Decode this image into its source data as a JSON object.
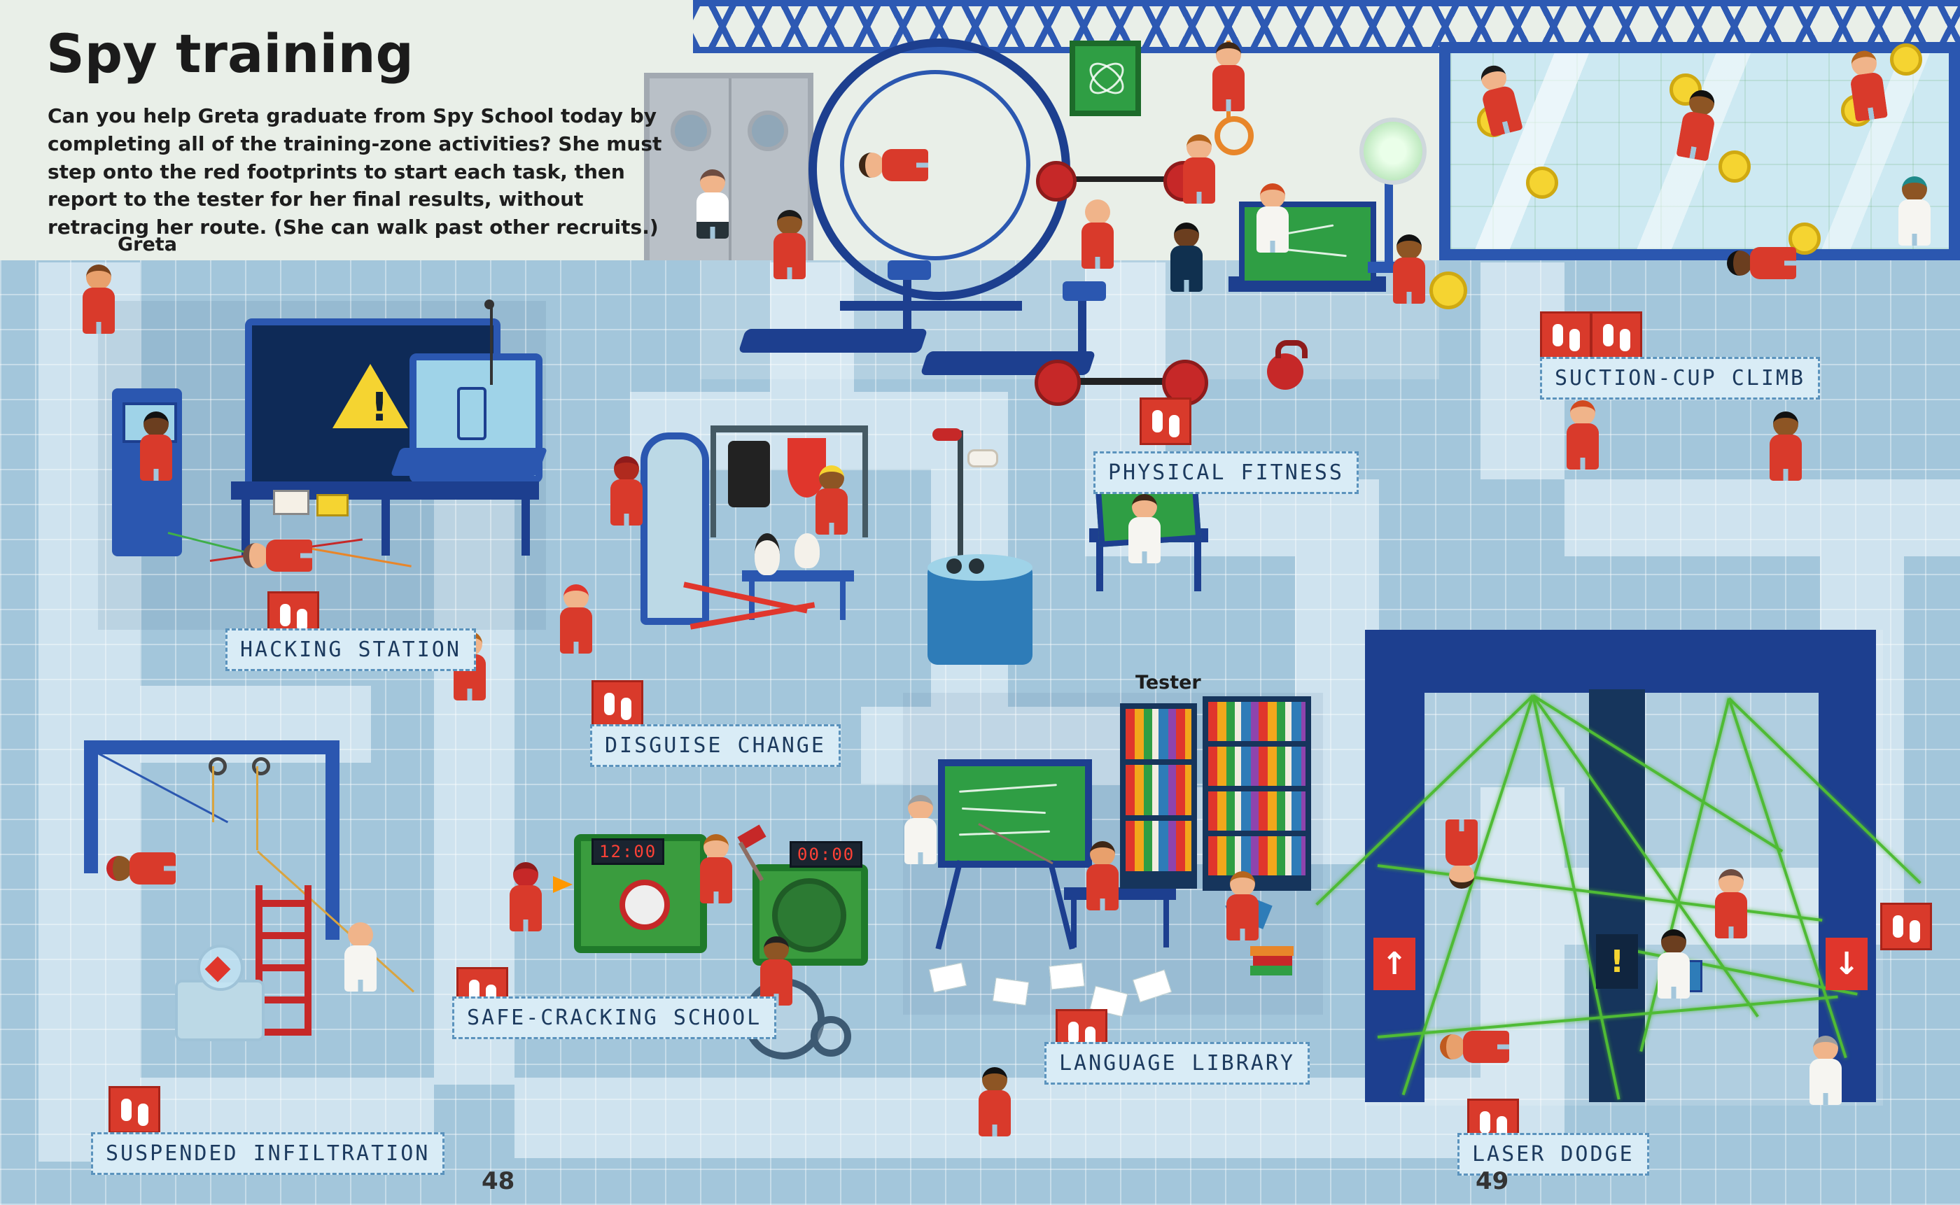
{
  "page": {
    "title": "Spy training",
    "intro": "Can you help Greta graduate from Spy School today by completing all of the training-zone activities? She must step onto the red footprints to start each task, then report to the tester for her final results, without retracing her route. (She can walk past other recruits.)",
    "page_number_left": "48",
    "page_number_right": "49"
  },
  "characters": {
    "greta_label": "Greta",
    "tester_label": "Tester"
  },
  "zones": [
    {
      "id": "hacking-station",
      "label": "HACKING STATION"
    },
    {
      "id": "suspended-infiltration",
      "label": "SUSPENDED INFILTRATION"
    },
    {
      "id": "disguise-change",
      "label": "DISGUISE CHANGE"
    },
    {
      "id": "safe-cracking-school",
      "label": "SAFE-CRACKING SCHOOL"
    },
    {
      "id": "physical-fitness",
      "label": "PHYSICAL FITNESS"
    },
    {
      "id": "language-library",
      "label": "LANGUAGE LIBRARY"
    },
    {
      "id": "suction-cup-climb",
      "label": "SUCTION-CUP CLIMB"
    },
    {
      "id": "laser-dodge",
      "label": "LASER DODGE"
    }
  ],
  "props": {
    "safe_clock_1": "12:00",
    "safe_clock_2": "00:00"
  },
  "icons": {
    "warning": "!",
    "arrow_up": "↑",
    "arrow_down": "↓"
  },
  "colors": {
    "floor_blue": "#a3c6db",
    "path_light": "#cfe3ef",
    "wall": "#e9efe8",
    "accent_red": "#d93a2b",
    "structure_blue": "#1d3f8f",
    "truss_blue": "#2d59b3",
    "plaque_bg": "#d9ecf6",
    "plaque_border": "#5b93bd",
    "safe_green": "#3a9c3e",
    "board_green": "#2f9e44",
    "laser_green": "#4fbb35",
    "suction_yellow": "#f5d431",
    "mirror_glass": "#cde9f2"
  }
}
